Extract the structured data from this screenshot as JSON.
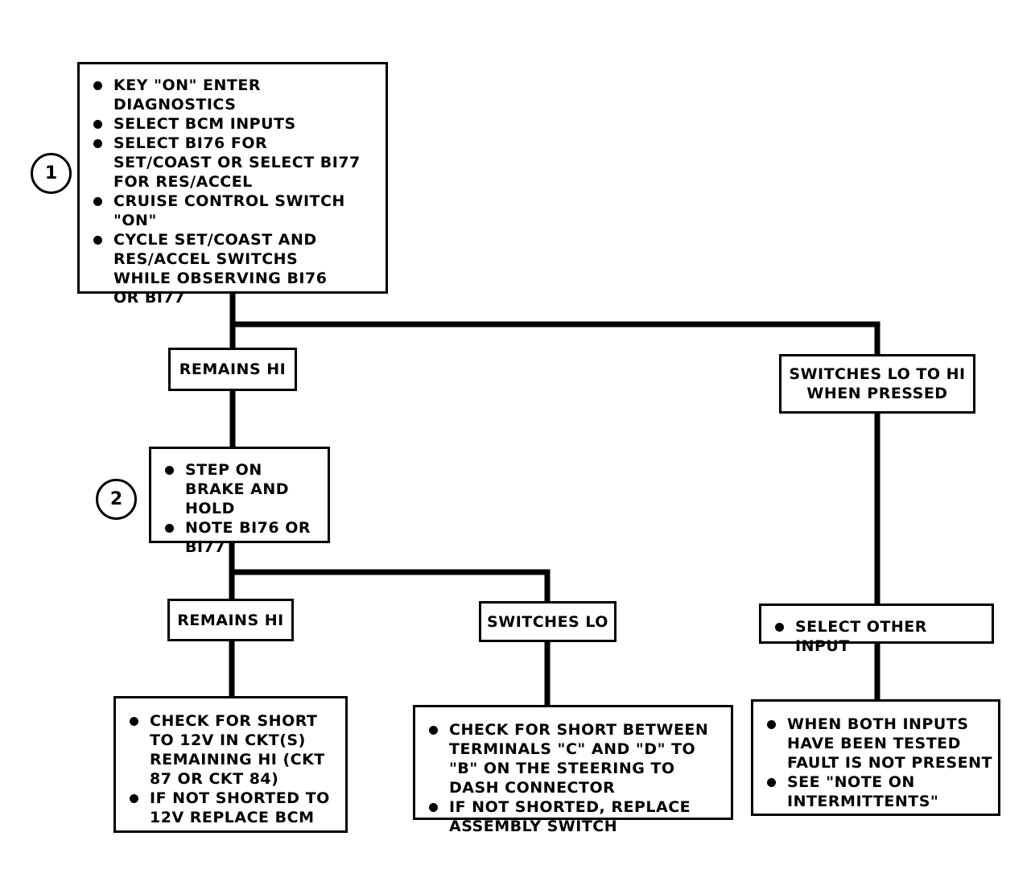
{
  "step1": {
    "number": "1",
    "items": [
      "KEY \"ON\" ENTER DIAGNOSTICS",
      "SELECT BCM INPUTS",
      "SELECT BI76 FOR SET/COAST OR SELECT BI77 FOR RES/ACCEL",
      "CRUISE CONTROL SWITCH \"ON\"",
      "CYCLE SET/COAST AND RES/ACCEL SWITCHS WHILE OBSERVING BI76 OR BI77"
    ]
  },
  "remains_hi_1": "REMAINS HI",
  "switches_lo_to_hi": "SWITCHES LO TO HI WHEN PRESSED",
  "step2": {
    "number": "2",
    "items": [
      "STEP ON BRAKE AND HOLD",
      "NOTE BI76 OR BI77"
    ]
  },
  "remains_hi_2": "REMAINS HI",
  "switches_lo": "SWITCHES LO",
  "select_other_input": "SELECT OTHER INPUT",
  "result_bcm": [
    "CHECK FOR SHORT TO 12V IN CKT(S) REMAINING HI (CKT 87 OR CKT 84)",
    "IF NOT SHORTED TO 12V REPLACE BCM"
  ],
  "result_switch": [
    "CHECK FOR SHORT BETWEEN TERMINALS \"C\" AND \"D\" TO \"B\" ON THE STEERING TO DASH CONNECTOR",
    "IF NOT SHORTED, REPLACE ASSEMBLY SWITCH"
  ],
  "result_intermittent": [
    "WHEN BOTH INPUTS HAVE BEEN TESTED FAULT IS NOT PRESENT",
    "SEE \"NOTE ON INTERMITTENTS\""
  ]
}
